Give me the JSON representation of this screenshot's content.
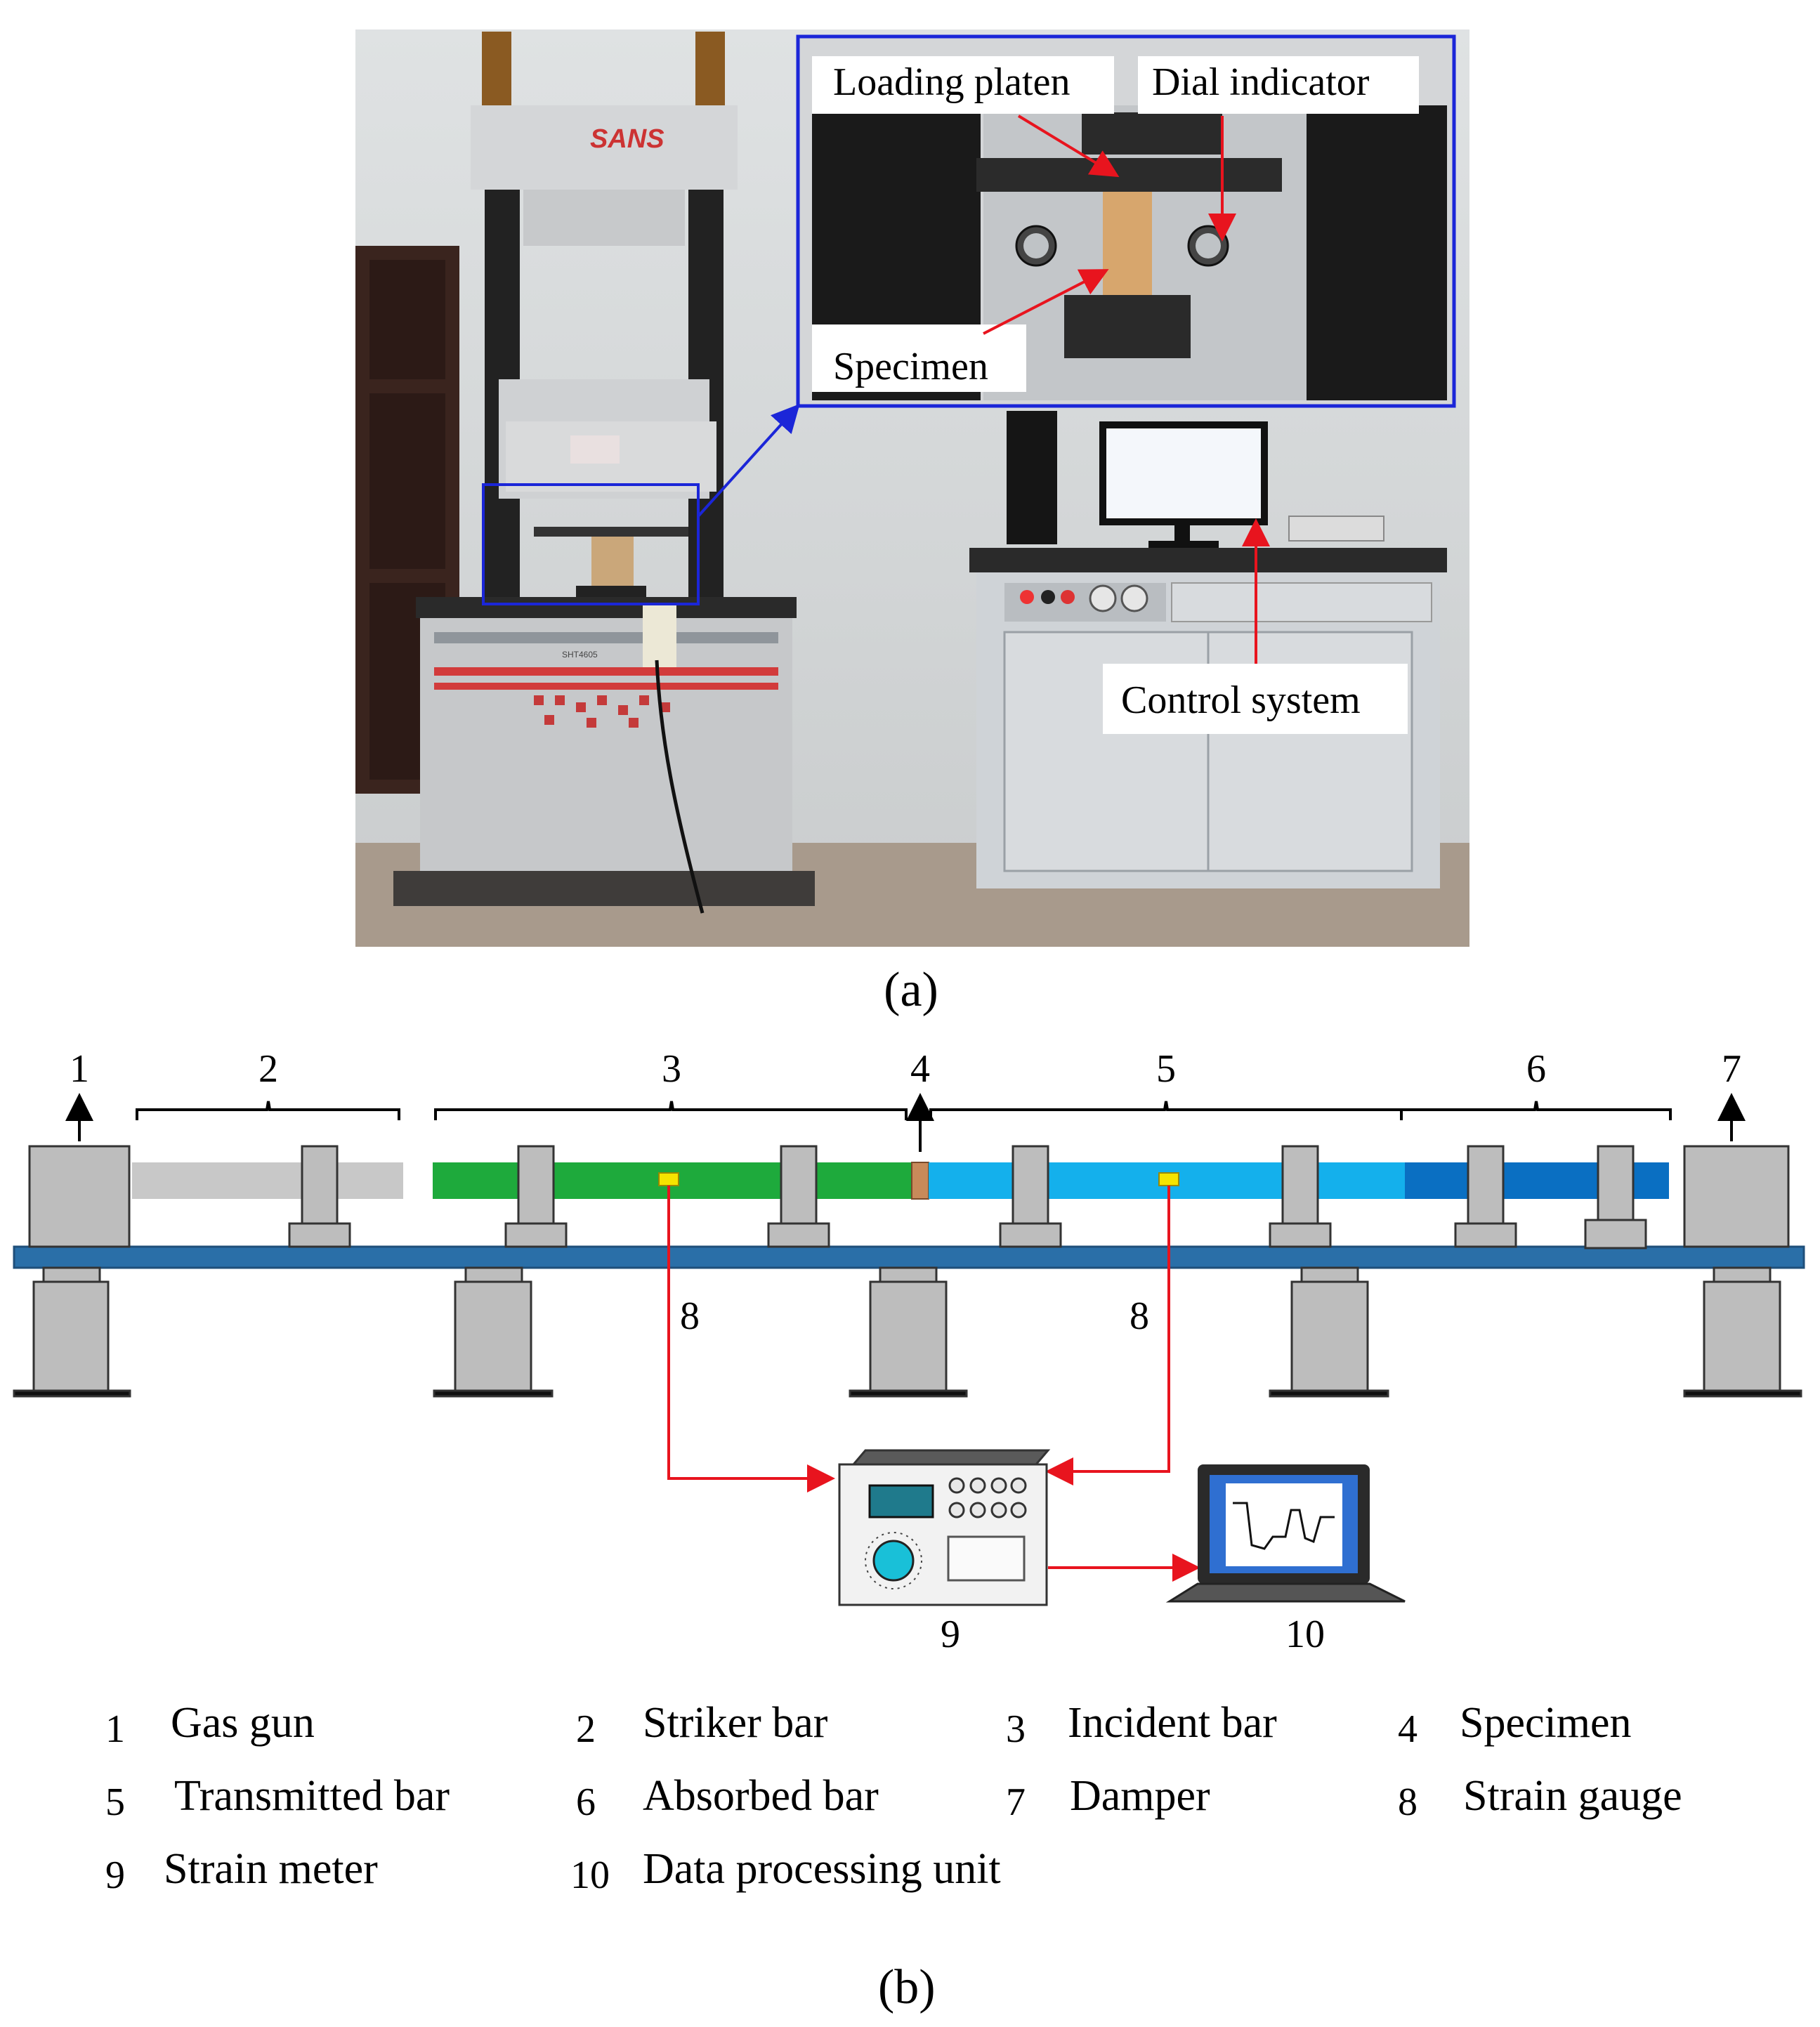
{
  "photo": {
    "brand": "SANS",
    "model": "SHT4605",
    "labels": {
      "loading_platen": "Loading platen",
      "dial_indicator": "Dial indicator",
      "specimen": "Specimen",
      "control_system": "Control system"
    },
    "caption": "(a)"
  },
  "schematic": {
    "numbers": {
      "n1": "1",
      "n2": "2",
      "n3": "3",
      "n4": "4",
      "n5": "5",
      "n6": "6",
      "n7": "7",
      "n8a": "8",
      "n8b": "8",
      "n9": "9",
      "n10": "10"
    },
    "colors": {
      "rail": "#2a6fa8",
      "support": "#bdbdbd",
      "striker_bar": "#c8c8c8",
      "incident_bar": "#1eaa3c",
      "transmitted_bar": "#14b0ec",
      "absorbed_bar": "#0a6fc2",
      "specimen": "#c88a5a",
      "strain_gauge": "#f5e400",
      "signal_wire": "#e8141e",
      "knob": "#19c0d8"
    },
    "caption": "(b)"
  },
  "legend": [
    {
      "num": "1",
      "label": "Gas gun"
    },
    {
      "num": "2",
      "label": "Striker bar"
    },
    {
      "num": "3",
      "label": "Incident bar"
    },
    {
      "num": "4",
      "label": "Specimen"
    },
    {
      "num": "5",
      "label": "Transmitted bar"
    },
    {
      "num": "6",
      "label": "Absorbed bar"
    },
    {
      "num": "7",
      "label": "Damper"
    },
    {
      "num": "8",
      "label": "Strain gauge"
    },
    {
      "num": "9",
      "label": "Strain meter"
    },
    {
      "num": "10",
      "label": "Data processing unit"
    }
  ]
}
